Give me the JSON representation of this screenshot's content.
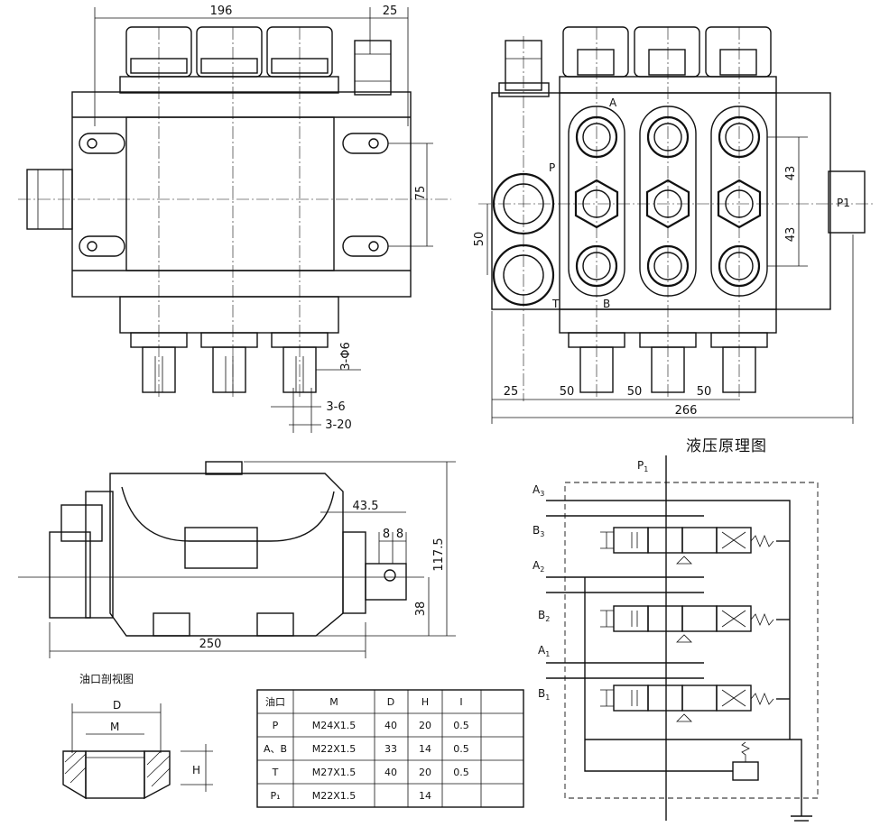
{
  "dimensions": {
    "width_top": "196",
    "width_top_right": "25",
    "height_75": "75",
    "hole_3phi6": "3-Φ6",
    "dim_3_6": "3-6",
    "dim_3_20": "3-20",
    "front_50a": "50",
    "front_25": "25",
    "front_50b": "50",
    "front_50c": "50",
    "front_266": "266",
    "front_43a": "43",
    "front_43b": "43",
    "side_43_5": "43.5",
    "side_8a": "8",
    "side_8b": "8",
    "side_117_5": "117.5",
    "side_38": "38",
    "side_250": "250"
  },
  "port_labels": {
    "P": "P",
    "A": "A",
    "B": "B",
    "T": "T",
    "P1": "P1"
  },
  "section": {
    "title": "油口剖视图",
    "D": "D",
    "M": "M",
    "H": "H"
  },
  "schematic": {
    "title": "液压原理图",
    "P1": "P",
    "P1_sub": "1",
    "A3": "A",
    "A3_sub": "3",
    "B3": "B",
    "B3_sub": "3",
    "A2": "A",
    "A2_sub": "2",
    "B2": "B",
    "B2_sub": "2",
    "A1": "A",
    "A1_sub": "1",
    "B1": "B",
    "B1_sub": "1"
  },
  "table": {
    "headers": [
      "油口",
      "M",
      "D",
      "H",
      "I",
      ""
    ],
    "rows": [
      [
        "P",
        "M24X1.5",
        "40",
        "20",
        "0.5",
        ""
      ],
      [
        "A、B",
        "M22X1.5",
        "33",
        "14",
        "0.5",
        ""
      ],
      [
        "T",
        "M27X1.5",
        "40",
        "20",
        "0.5",
        ""
      ],
      [
        "P₁",
        "M22X1.5",
        "",
        "14",
        "",
        ""
      ]
    ]
  }
}
